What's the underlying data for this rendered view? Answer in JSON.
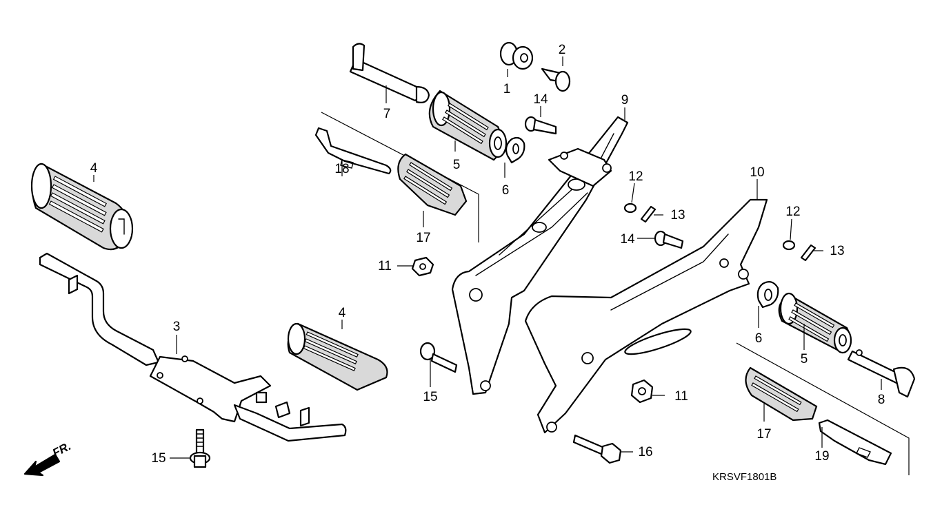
{
  "diagram": {
    "callouts": {
      "c1": "1",
      "c2": "2",
      "c3": "3",
      "c4a": "4",
      "c4b": "4",
      "c5a": "5",
      "c5b": "5",
      "c6a": "6",
      "c6b": "6",
      "c7": "7",
      "c8": "8",
      "c9": "9",
      "c10": "10",
      "c11a": "11",
      "c11b": "11",
      "c12a": "12",
      "c12b": "12",
      "c13a": "13",
      "c13b": "13",
      "c14a": "14",
      "c14b": "14",
      "c15a": "15",
      "c15b": "15",
      "c16": "16",
      "c17a": "17",
      "c17b": "17",
      "c18": "18",
      "c19": "19"
    },
    "diagram_code": "KRSVF1801B",
    "direction_label": "FR."
  }
}
